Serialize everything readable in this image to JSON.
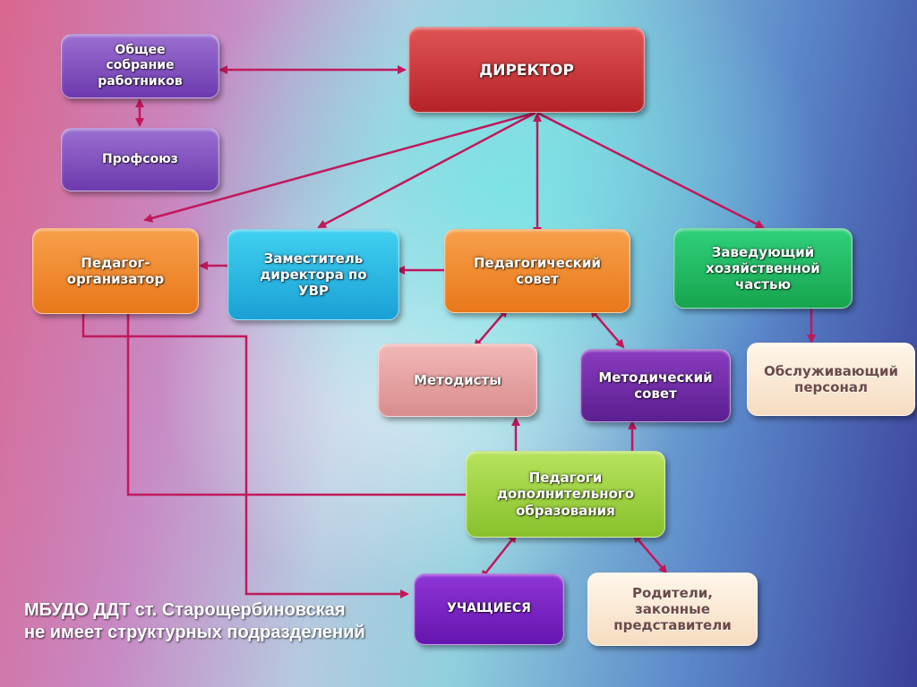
{
  "diagram": {
    "nodes": {
      "general_meeting": "Общее собрание работников",
      "director": "ДИРЕКТОР",
      "trade_union": "Профсоюз",
      "organizer": "Педагог-организатор",
      "deputy": "Заместитель директора по УВР",
      "council": "Педагогический совет",
      "supply_head": "Заведующий хозяйственной частью",
      "methodists": "Методисты",
      "method_council": "Методический совет",
      "service_staff": "Обслуживающий персонал",
      "teachers": "Педагоги дополнительного образования",
      "students": "УЧАЩИЕСЯ",
      "parents": "Родители, законные представители"
    },
    "caption_line1": "МБУДО ДДТ ст. Старощербиновская",
    "caption_line2": "не имеет структурных подразделений",
    "arrow_color": "#c2185b"
  }
}
